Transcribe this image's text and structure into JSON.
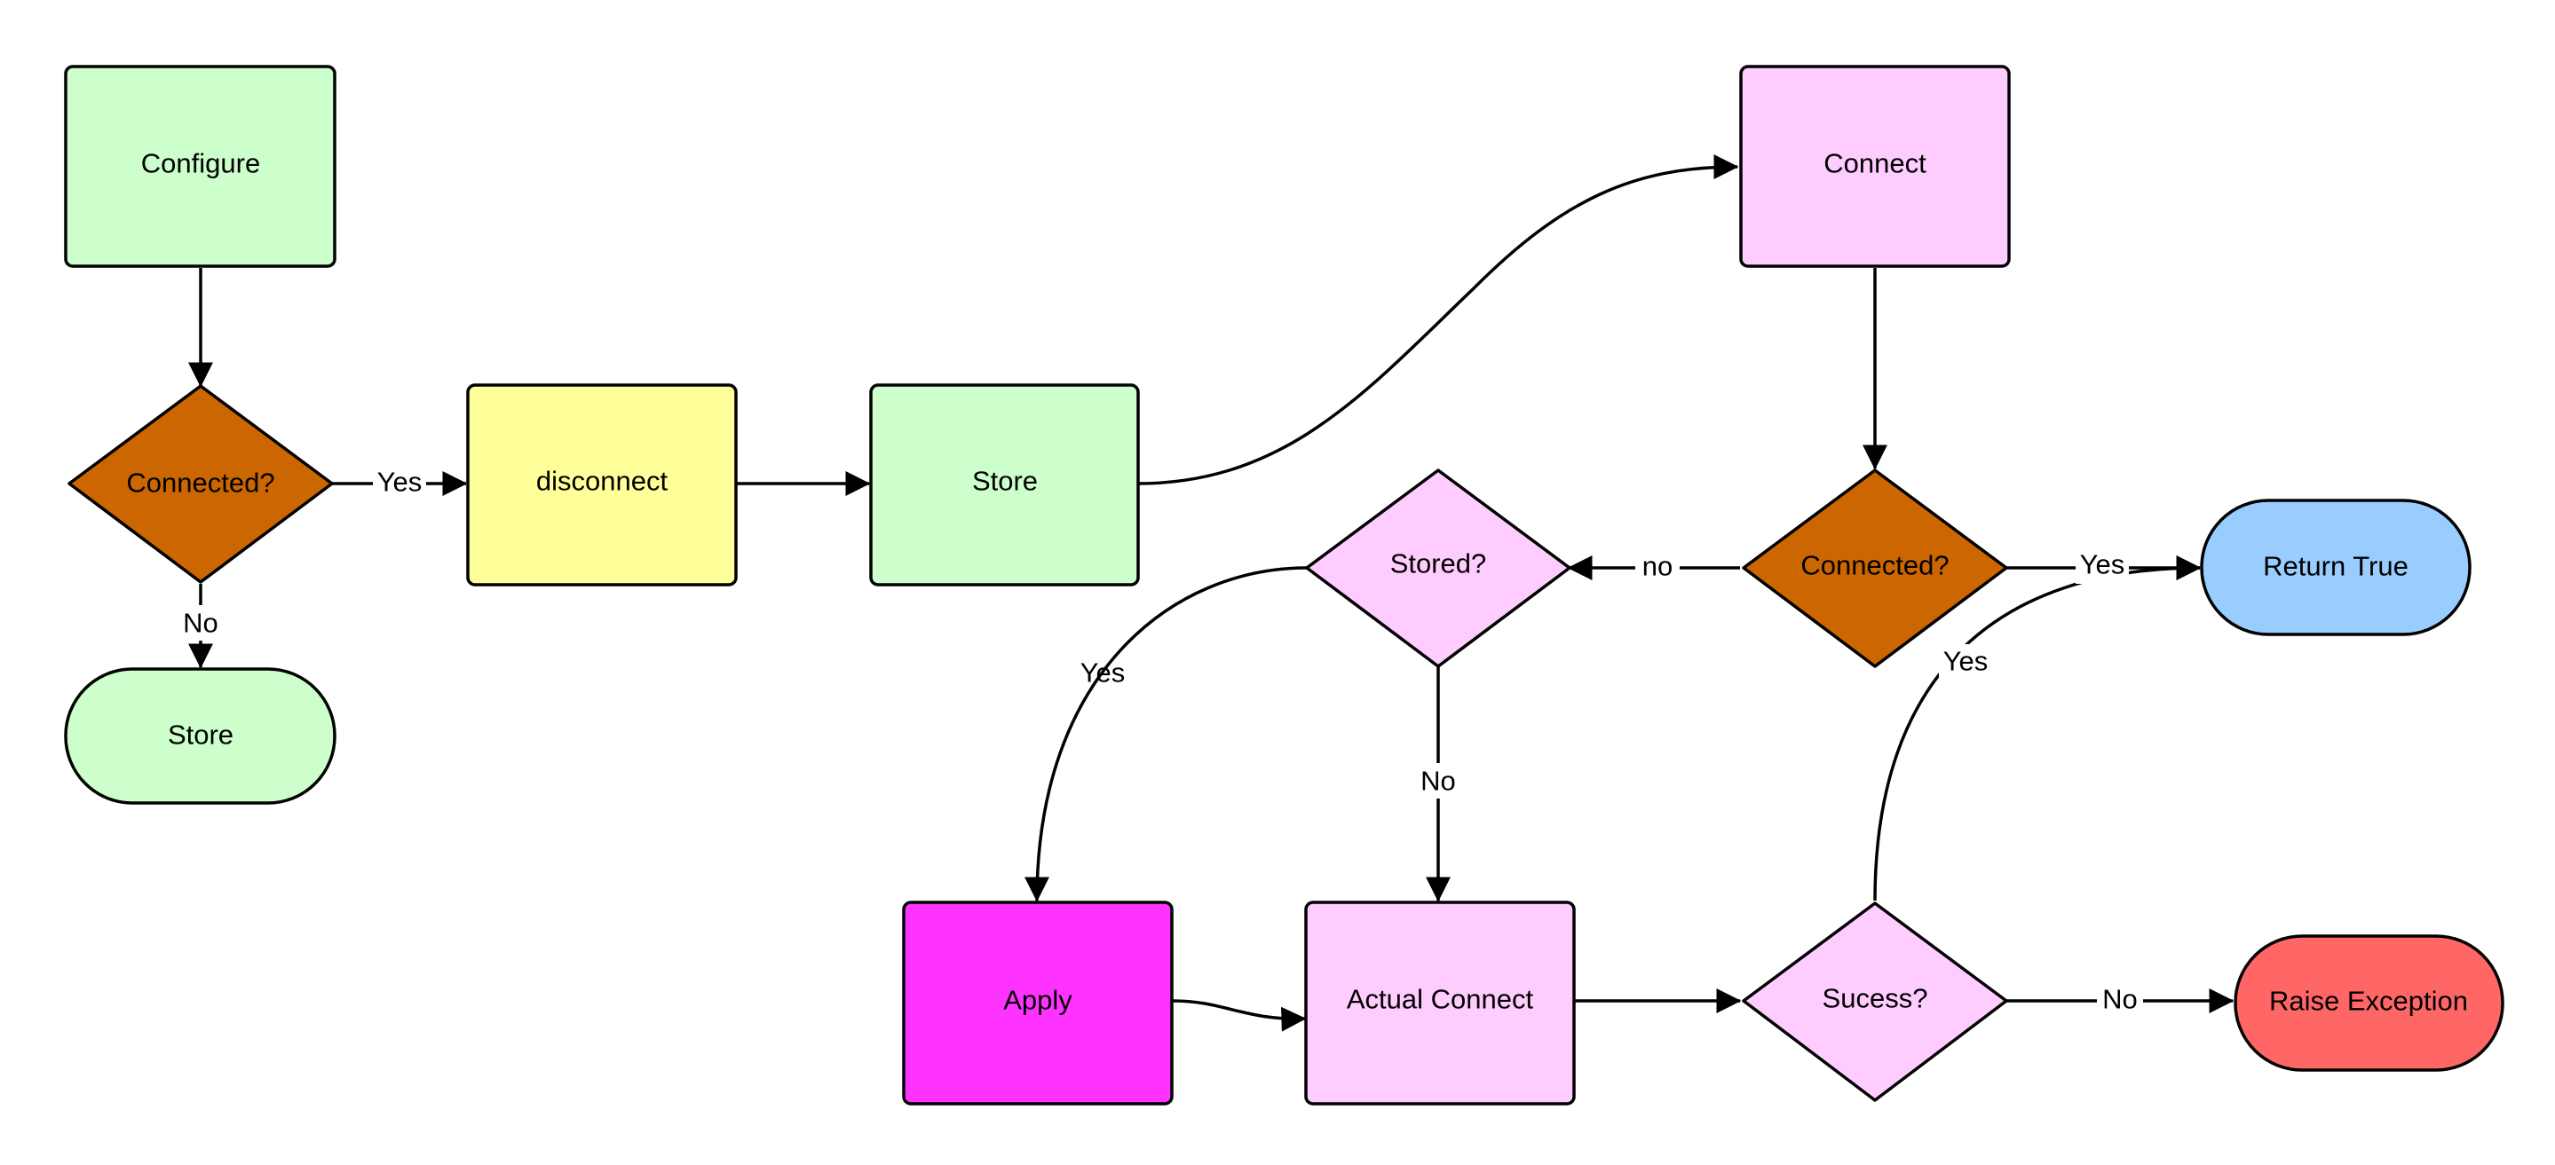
{
  "colors": {
    "green": "#ccffcc",
    "orange": "#cc6600",
    "yellow": "#ffff99",
    "pink": "#ffccff",
    "magenta": "#ff33ff",
    "blue": "#99ccff",
    "red": "#ff6666"
  },
  "nodes": {
    "configure": "Configure",
    "connected1": "Connected?",
    "disconnect": "disconnect",
    "store_mid": "Store",
    "store_bottom": "Store",
    "connect": "Connect",
    "connected2": "Connected?",
    "stored": "Stored?",
    "return_true": "Return True",
    "apply": "Apply",
    "actual_connect": "Actual Connect",
    "success": "Sucess?",
    "raise_exception": "Raise Exception"
  },
  "edges": {
    "connected1_yes": "Yes",
    "connected1_no": "No",
    "connected2_no": "no",
    "connected2_yes": "Yes",
    "stored_yes": "Yes",
    "stored_no": "No",
    "success_yes": "Yes",
    "success_no": "No"
  }
}
